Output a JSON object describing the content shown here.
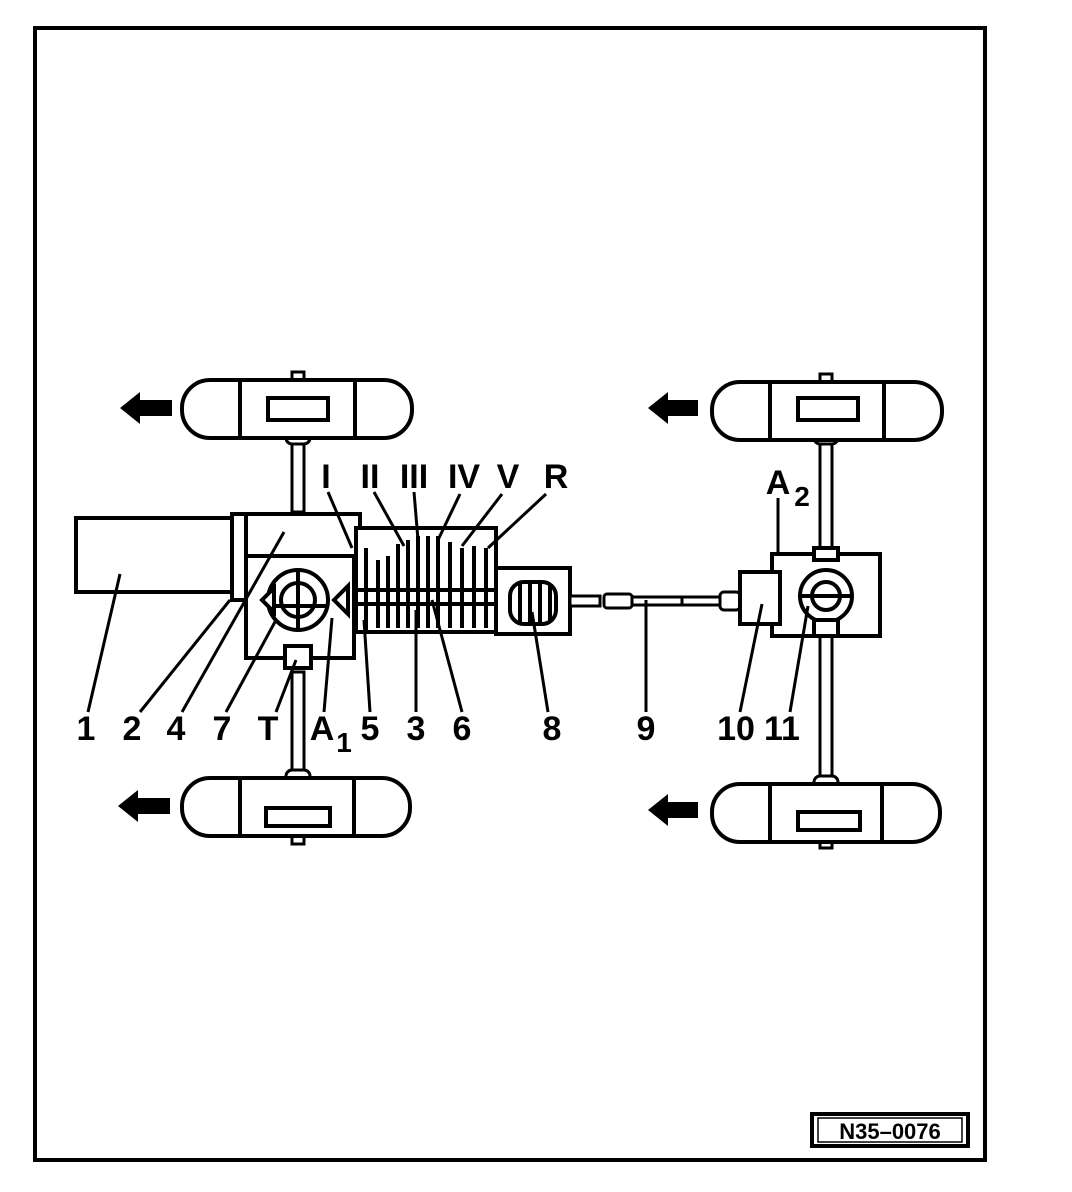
{
  "figure_code": "N35–0076",
  "gear_labels": [
    "I",
    "II",
    "III",
    "IV",
    "V",
    "R"
  ],
  "component_labels": [
    "1",
    "2",
    "4",
    "7",
    "T",
    "A",
    "1",
    "5",
    "3",
    "6",
    "8",
    "9",
    "10",
    "11"
  ],
  "axle_label": {
    "letter": "A",
    "sub": "2"
  },
  "icons": [
    "direction-arrow-icon"
  ]
}
